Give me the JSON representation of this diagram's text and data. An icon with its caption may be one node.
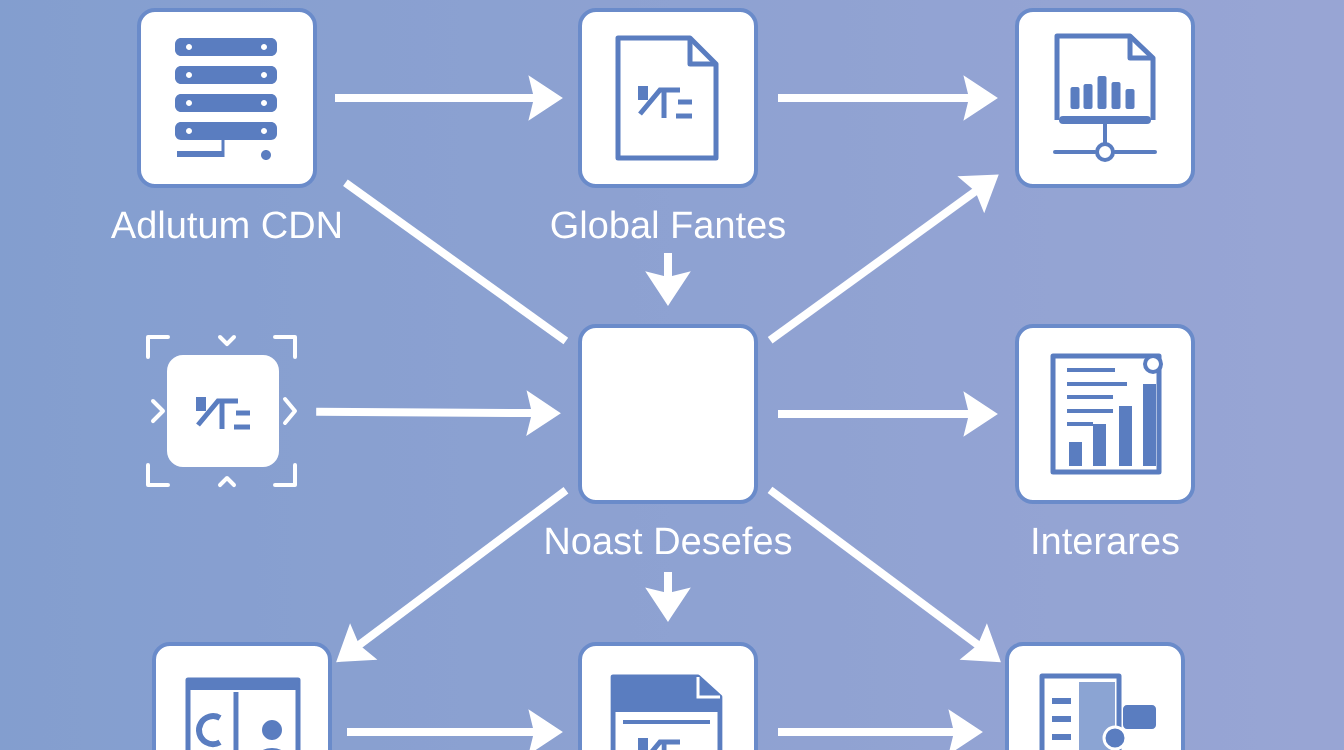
{
  "diagram": {
    "nodes": [
      {
        "text": [
          "Adlutum CDN"
        ]
      },
      {
        "text": [
          "Global Fantes"
        ]
      },
      {
        "text": [],
        "shape": "box"
      },
      {
        "text": [],
        "shape": "box"
      },
      {
        "text": [
          "Noast Desefes"
        ]
      },
      {
        "text": [
          "Interares"
        ]
      },
      {
        "text": [],
        "shape": "box"
      },
      {
        "text": [],
        "shape": "box"
      },
      {
        "text": [],
        "shape": "box"
      }
    ],
    "edges": [
      {
        "from": 0,
        "to": 1,
        "arrow": "to"
      },
      {
        "from": 1,
        "to": 2,
        "arrow": "to"
      },
      {
        "from": 0,
        "to": 4,
        "arrow": "none"
      },
      {
        "from": 1,
        "to": 4,
        "arrow": "to"
      },
      {
        "from": 4,
        "to": 2,
        "arrow": "to"
      },
      {
        "from": 3,
        "to": 4,
        "arrow": "to"
      },
      {
        "from": 4,
        "to": 5,
        "arrow": "to"
      },
      {
        "from": 4,
        "to": 6,
        "arrow": "to"
      },
      {
        "from": 4,
        "to": 7,
        "arrow": "to"
      },
      {
        "from": 4,
        "to": 8,
        "arrow": "to"
      },
      {
        "from": 6,
        "to": 7,
        "arrow": "to"
      },
      {
        "from": 7,
        "to": 8,
        "arrow": "to"
      }
    ]
  }
}
